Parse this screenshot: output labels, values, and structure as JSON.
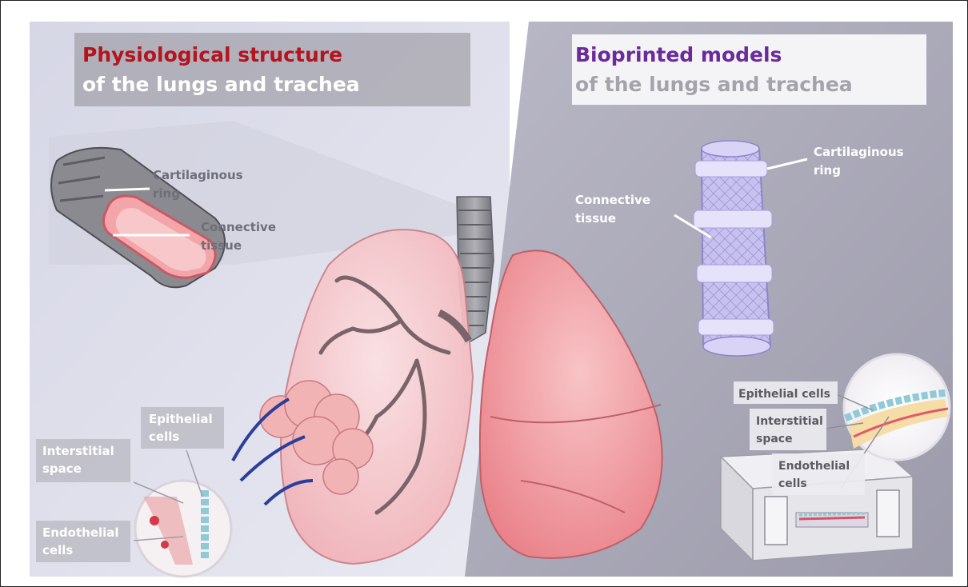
{
  "left_panel": {
    "title_highlight": "Physiological structure",
    "title_rest": "of the lungs and trachea",
    "labels": {
      "cartilaginous_1": "Cartilaginous",
      "cartilaginous_2": "ring",
      "connective_1": "Connective",
      "connective_2": "tissue",
      "epithelial_1": "Epithelial",
      "epithelial_2": "cells",
      "interstitial_1": "Interstitial",
      "interstitial_2": "space",
      "endothelial_1": "Endothelial",
      "endothelial_2": "cells"
    }
  },
  "right_panel": {
    "title_highlight": "Bioprinted models",
    "title_rest": "of the lungs and trachea",
    "labels": {
      "cartilaginous_1": "Cartilaginous",
      "cartilaginous_2": "ring",
      "connective_1": "Connective",
      "connective_2": "tissue",
      "epithelial": "Epithelial cells",
      "interstitial_1": "Interstitial",
      "interstitial_2": "space",
      "endothelial_1": "Endothelial",
      "endothelial_2": "cells"
    }
  },
  "colors": {
    "left_title_accent": "#b3141e",
    "right_title_accent": "#6a2a9a",
    "left_bg": "#dedfeb",
    "right_bg": "#a4a3b3",
    "lung_pink": "#f2a3a8",
    "trachea_gray": "#8e8f94",
    "scaffold_lavender": "#c9c3f0"
  }
}
